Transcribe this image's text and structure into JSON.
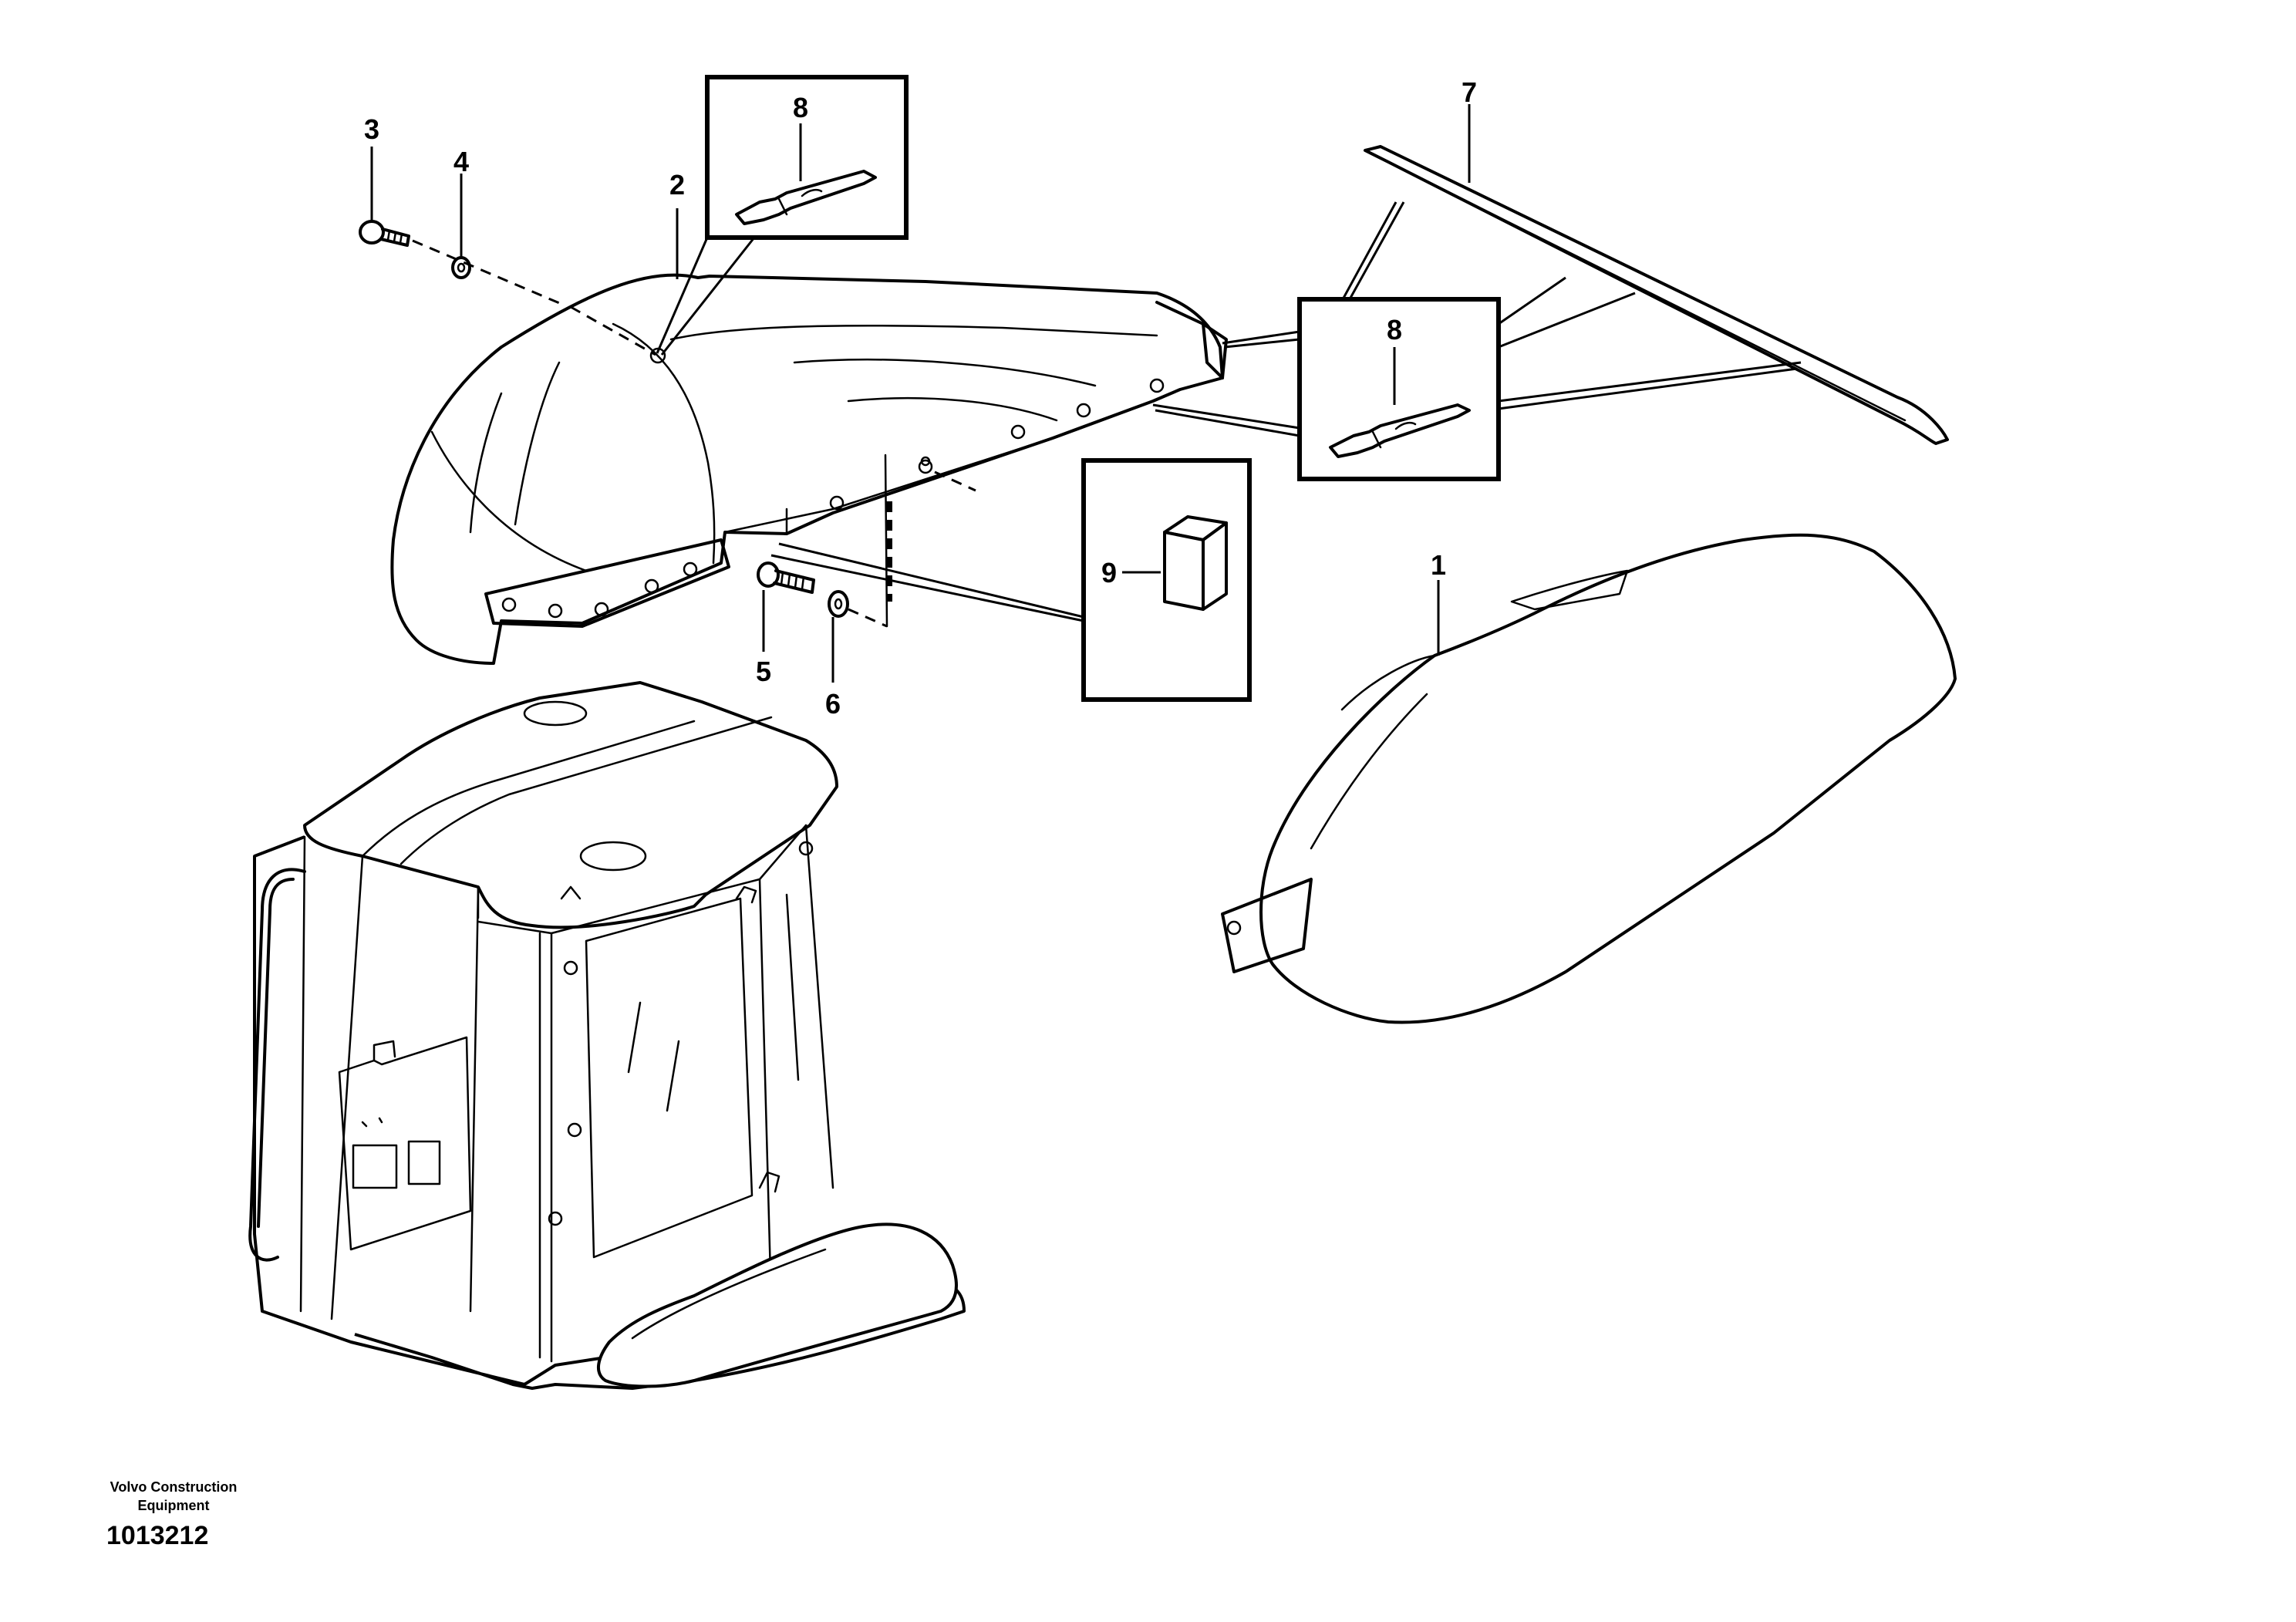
{
  "labels": {
    "p1": "1",
    "p2": "2",
    "p3": "3",
    "p4": "4",
    "p5": "5",
    "p6": "6",
    "p7": "7",
    "p8a": "8",
    "p8b": "8",
    "p9": "9"
  },
  "footer": {
    "company_line1": "Volvo Construction",
    "company_line2": "Equipment",
    "drawing_number": "1013212"
  }
}
